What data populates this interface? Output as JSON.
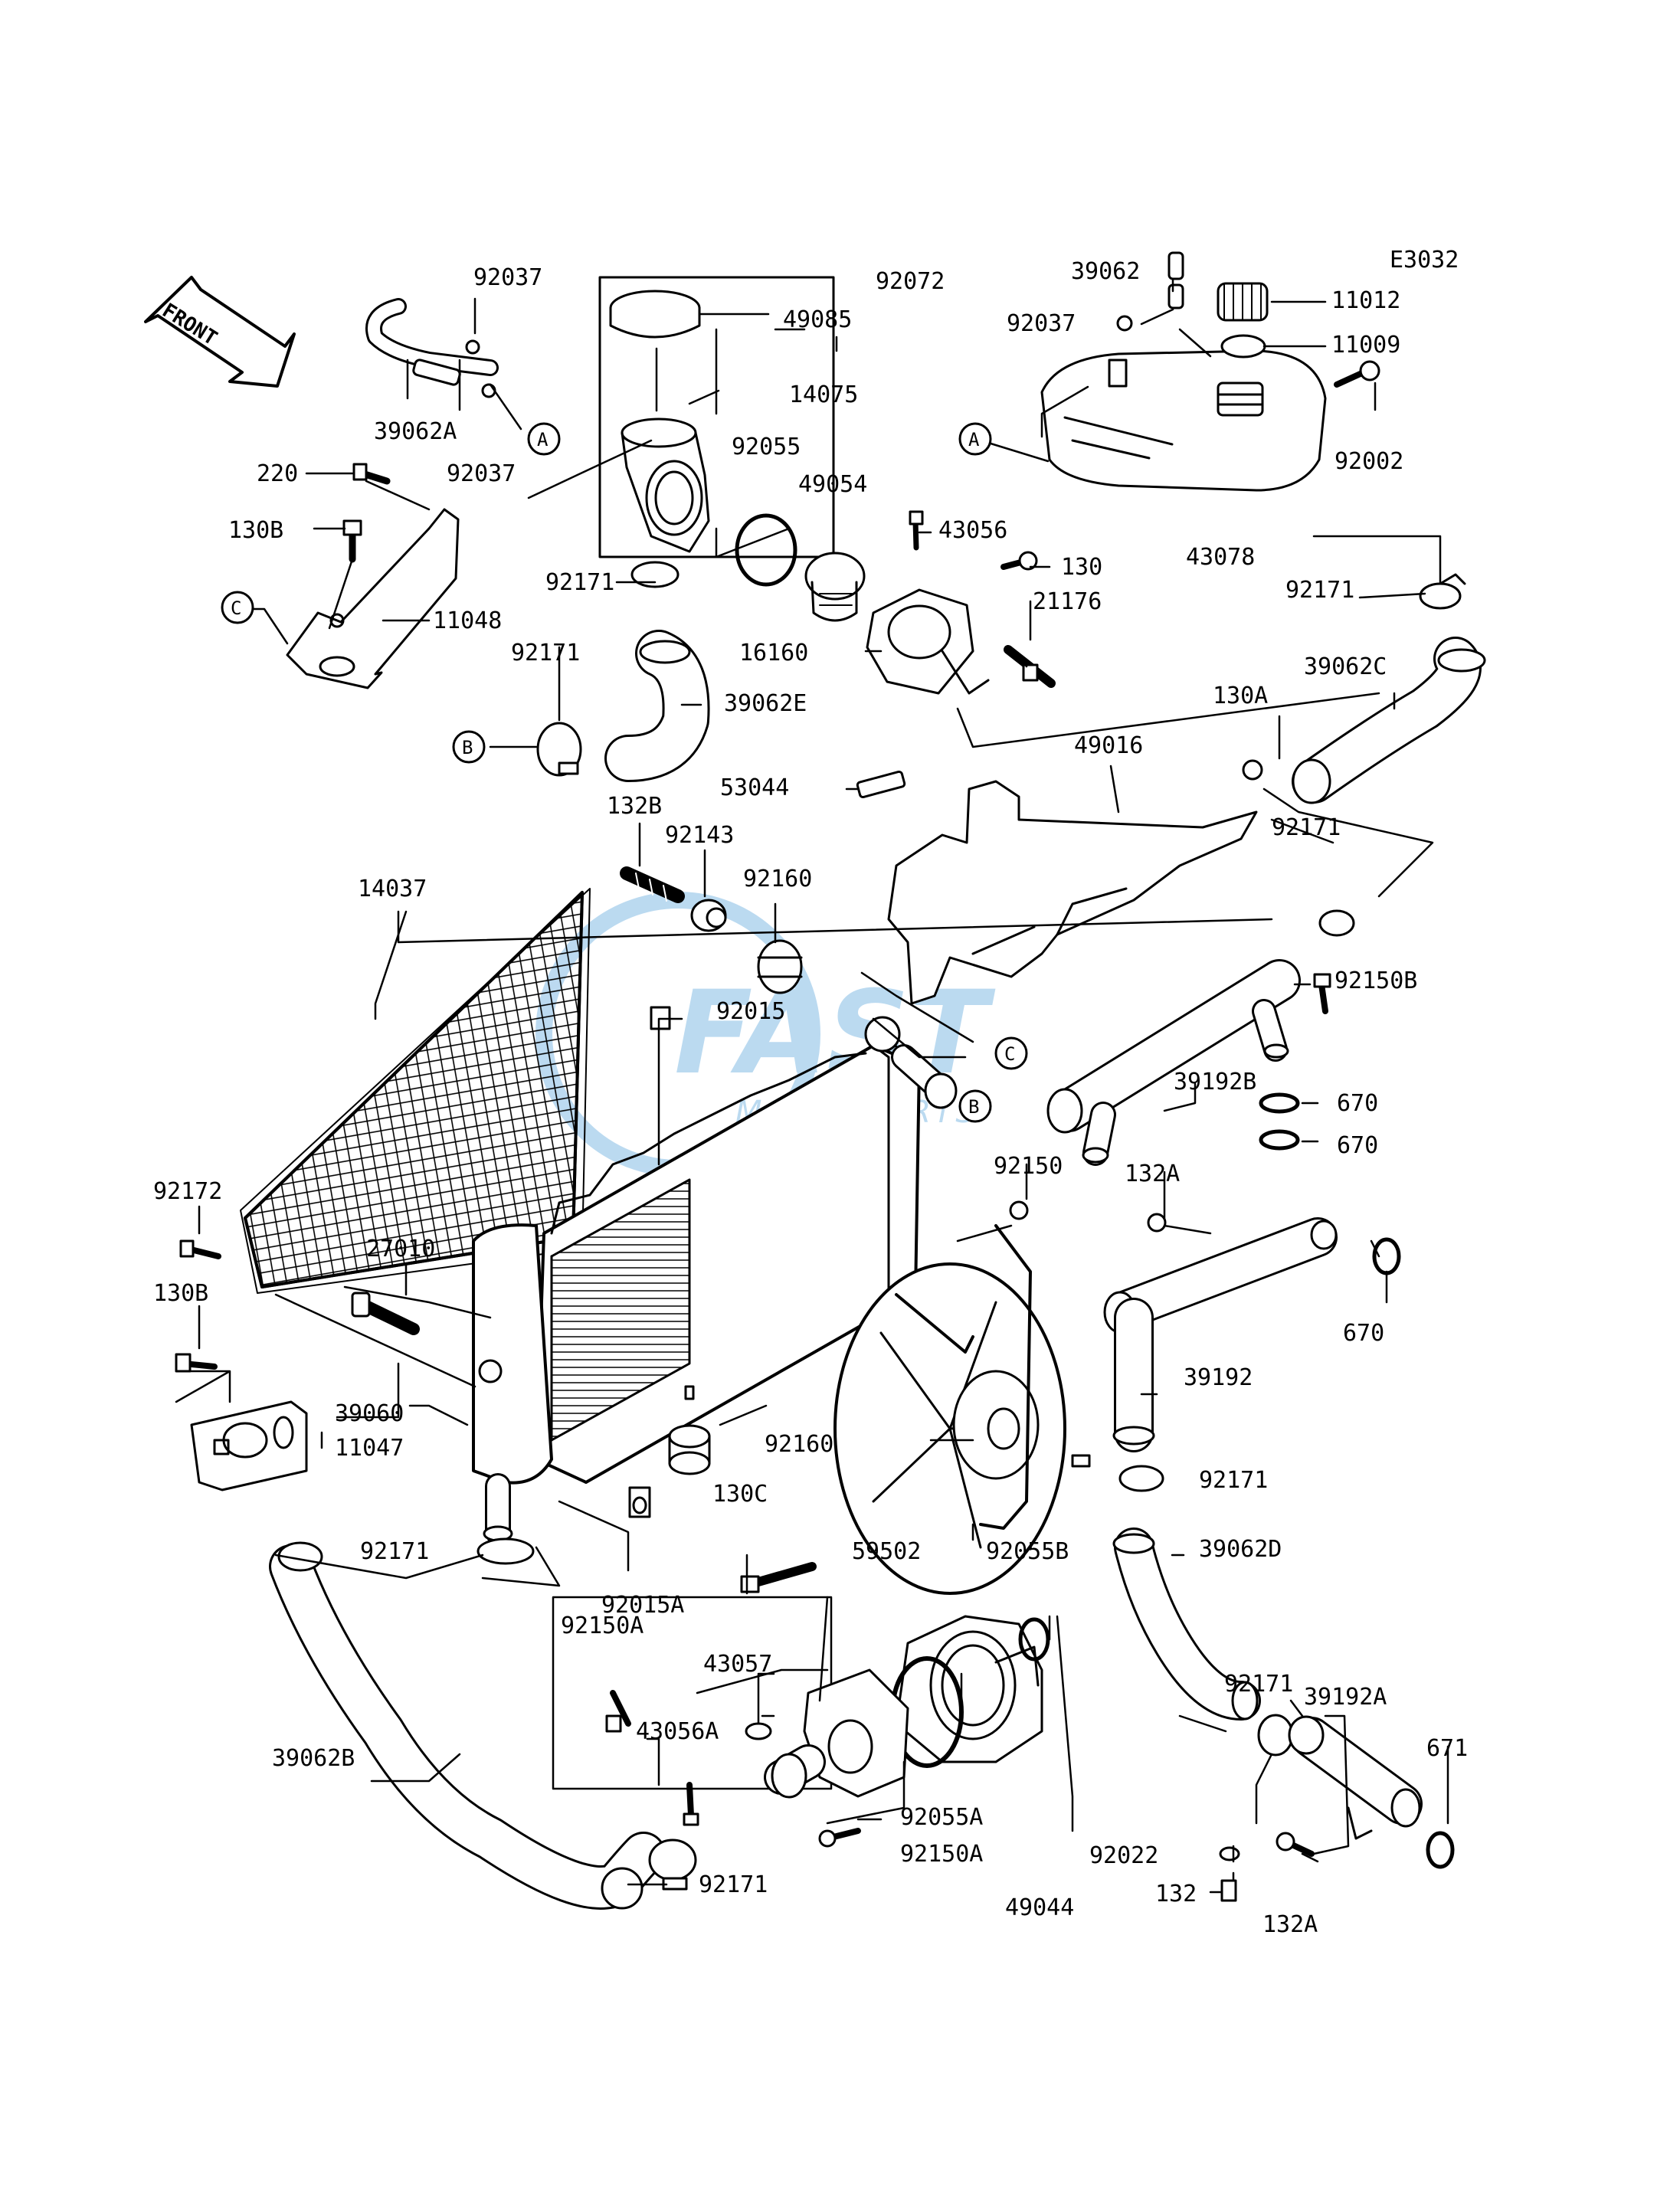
{
  "diagram_code": "E3032",
  "front_arrow_label": "FRONT",
  "watermark": {
    "brand": "FAST",
    "subtitle": "MOTORPARTS",
    "color": "#6aaee0"
  },
  "callout_letters": [
    "A",
    "B",
    "C"
  ],
  "parts": [
    {
      "id": "92037",
      "label": "92037"
    },
    {
      "id": "49085",
      "label": "49085"
    },
    {
      "id": "92072",
      "label": "92072"
    },
    {
      "id": "39062",
      "label": "39062"
    },
    {
      "id": "11012",
      "label": "11012"
    },
    {
      "id": "92037-b",
      "label": "92037"
    },
    {
      "id": "11009",
      "label": "11009"
    },
    {
      "id": "14075",
      "label": "14075"
    },
    {
      "id": "39062A",
      "label": "39062A"
    },
    {
      "id": "92037-c",
      "label": "92037"
    },
    {
      "id": "92055",
      "label": "92055"
    },
    {
      "id": "92002",
      "label": "92002"
    },
    {
      "id": "220",
      "label": "220"
    },
    {
      "id": "49054",
      "label": "49054"
    },
    {
      "id": "43056",
      "label": "43056"
    },
    {
      "id": "43078",
      "label": "43078"
    },
    {
      "id": "130B",
      "label": "130B"
    },
    {
      "id": "130",
      "label": "130"
    },
    {
      "id": "92171-a",
      "label": "92171"
    },
    {
      "id": "92171-b",
      "label": "92171"
    },
    {
      "id": "11048",
      "label": "11048"
    },
    {
      "id": "21176",
      "label": "21176"
    },
    {
      "id": "92171-c",
      "label": "92171"
    },
    {
      "id": "16160",
      "label": "16160"
    },
    {
      "id": "39062C",
      "label": "39062C"
    },
    {
      "id": "39062E",
      "label": "39062E"
    },
    {
      "id": "130A",
      "label": "130A"
    },
    {
      "id": "49016",
      "label": "49016"
    },
    {
      "id": "53044",
      "label": "53044"
    },
    {
      "id": "132B",
      "label": "132B"
    },
    {
      "id": "92171-d",
      "label": "92171"
    },
    {
      "id": "92143",
      "label": "92143"
    },
    {
      "id": "92160",
      "label": "92160"
    },
    {
      "id": "14037",
      "label": "14037"
    },
    {
      "id": "92150B",
      "label": "92150B"
    },
    {
      "id": "92015",
      "label": "92015"
    },
    {
      "id": "39192B",
      "label": "39192B"
    },
    {
      "id": "670-a",
      "label": "670"
    },
    {
      "id": "670-b",
      "label": "670"
    },
    {
      "id": "92150",
      "label": "92150"
    },
    {
      "id": "132A",
      "label": "132A"
    },
    {
      "id": "92172",
      "label": "92172"
    },
    {
      "id": "27010",
      "label": "27010"
    },
    {
      "id": "130B-b",
      "label": "130B"
    },
    {
      "id": "670-c",
      "label": "670"
    },
    {
      "id": "39192",
      "label": "39192"
    },
    {
      "id": "39060",
      "label": "39060"
    },
    {
      "id": "92160-b",
      "label": "92160"
    },
    {
      "id": "11047",
      "label": "11047"
    },
    {
      "id": "92171-e",
      "label": "92171"
    },
    {
      "id": "130C",
      "label": "130C"
    },
    {
      "id": "92171-f",
      "label": "92171"
    },
    {
      "id": "59502",
      "label": "59502"
    },
    {
      "id": "92055B",
      "label": "92055B"
    },
    {
      "id": "39062D",
      "label": "39062D"
    },
    {
      "id": "92015A",
      "label": "92015A"
    },
    {
      "id": "92150A",
      "label": "92150A"
    },
    {
      "id": "43057",
      "label": "43057"
    },
    {
      "id": "92171-g",
      "label": "92171"
    },
    {
      "id": "39192A",
      "label": "39192A"
    },
    {
      "id": "43056A",
      "label": "43056A"
    },
    {
      "id": "671",
      "label": "671"
    },
    {
      "id": "39062B",
      "label": "39062B"
    },
    {
      "id": "92055A",
      "label": "92055A"
    },
    {
      "id": "92150A-b",
      "label": "92150A"
    },
    {
      "id": "92022",
      "label": "92022"
    },
    {
      "id": "92171-h",
      "label": "92171"
    },
    {
      "id": "132",
      "label": "132"
    },
    {
      "id": "132A-b",
      "label": "132A"
    },
    {
      "id": "49044",
      "label": "49044"
    }
  ]
}
